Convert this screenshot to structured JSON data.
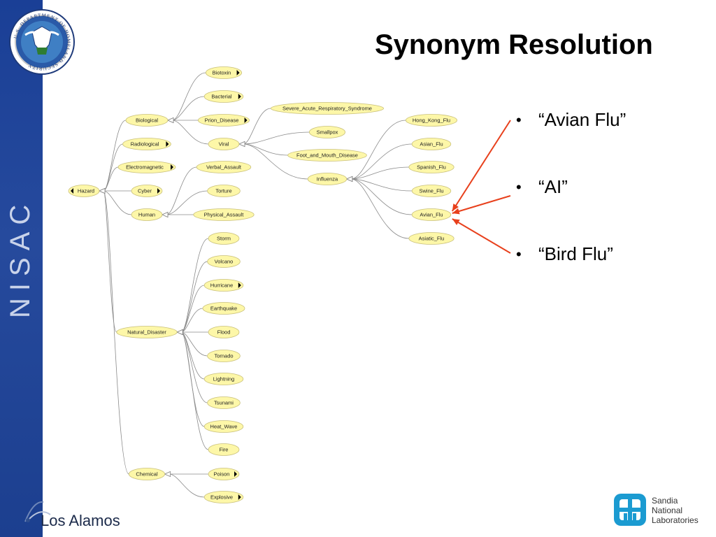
{
  "slide": {
    "title": "Synonym Resolution",
    "bullets": [
      "“Avian Flu”",
      "“AI”",
      "“Bird Flu”"
    ],
    "accent_color": "#e8401c",
    "sidebar_color": "#1f4496"
  },
  "branding": {
    "sidebar_text": "NISAC",
    "seal_text": "U.S. DEPARTMENT OF HOMELAND SECURITY",
    "left_logo": "Los Alamos",
    "right_logo": [
      "Sandia",
      "National",
      "Laboratories"
    ]
  },
  "ontology": {
    "nodes": [
      {
        "id": "hazard",
        "label": "Hazard",
        "expand": "left"
      },
      {
        "id": "biological",
        "label": "Biological"
      },
      {
        "id": "radiological",
        "label": "Radiological",
        "expand": "right"
      },
      {
        "id": "electromagnetic",
        "label": "Electromagnetic",
        "expand": "right"
      },
      {
        "id": "cyber",
        "label": "Cyber",
        "expand": "right"
      },
      {
        "id": "human",
        "label": "Human"
      },
      {
        "id": "natural_disaster",
        "label": "Natural_Disaster"
      },
      {
        "id": "chemical",
        "label": "Chemical"
      },
      {
        "id": "biotoxin",
        "label": "Biotoxin",
        "expand": "right"
      },
      {
        "id": "bacterial",
        "label": "Bacterial",
        "expand": "right"
      },
      {
        "id": "prion_disease",
        "label": "Prion_Disease",
        "expand": "right"
      },
      {
        "id": "viral",
        "label": "Viral"
      },
      {
        "id": "verbal_assault",
        "label": "Verbal_Assault"
      },
      {
        "id": "torture",
        "label": "Torture"
      },
      {
        "id": "physical_assault",
        "label": "Physical_Assault"
      },
      {
        "id": "sars",
        "label": "Severe_Acute_Respiratory_Syndrome"
      },
      {
        "id": "smallpox",
        "label": "Smallpox"
      },
      {
        "id": "fmd",
        "label": "Foot_and_Mouth_Disease"
      },
      {
        "id": "influenza",
        "label": "Influenza"
      },
      {
        "id": "hong_kong_flu",
        "label": "Hong_Kong_Flu"
      },
      {
        "id": "asian_flu",
        "label": "Asian_Flu"
      },
      {
        "id": "spanish_flu",
        "label": "Spanish_Flu"
      },
      {
        "id": "swine_flu",
        "label": "Swine_Flu"
      },
      {
        "id": "avian_flu",
        "label": "Avian_Flu"
      },
      {
        "id": "asiatic_flu",
        "label": "Asiatic_Flu"
      },
      {
        "id": "storm",
        "label": "Storm"
      },
      {
        "id": "volcano",
        "label": "Volcano"
      },
      {
        "id": "hurricane",
        "label": "Hurricane",
        "expand": "right"
      },
      {
        "id": "earthquake",
        "label": "Earthquake"
      },
      {
        "id": "flood",
        "label": "Flood"
      },
      {
        "id": "tornado",
        "label": "Tornado"
      },
      {
        "id": "lightning",
        "label": "Lightning"
      },
      {
        "id": "tsunami",
        "label": "Tsunami"
      },
      {
        "id": "heat_wave",
        "label": "Heat_Wave"
      },
      {
        "id": "fire",
        "label": "Fire"
      },
      {
        "id": "poison",
        "label": "Poison",
        "expand": "right"
      },
      {
        "id": "explosive",
        "label": "Explosive",
        "expand": "right"
      }
    ],
    "edges": [
      [
        "biological",
        "hazard"
      ],
      [
        "radiological",
        "hazard"
      ],
      [
        "electromagnetic",
        "hazard"
      ],
      [
        "cyber",
        "hazard"
      ],
      [
        "human",
        "hazard"
      ],
      [
        "natural_disaster",
        "hazard"
      ],
      [
        "chemical",
        "hazard"
      ],
      [
        "biotoxin",
        "biological"
      ],
      [
        "bacterial",
        "biological"
      ],
      [
        "prion_disease",
        "biological"
      ],
      [
        "viral",
        "biological"
      ],
      [
        "verbal_assault",
        "human"
      ],
      [
        "torture",
        "human"
      ],
      [
        "physical_assault",
        "human"
      ],
      [
        "sars",
        "viral"
      ],
      [
        "smallpox",
        "viral"
      ],
      [
        "fmd",
        "viral"
      ],
      [
        "influenza",
        "viral"
      ],
      [
        "hong_kong_flu",
        "influenza"
      ],
      [
        "asian_flu",
        "influenza"
      ],
      [
        "spanish_flu",
        "influenza"
      ],
      [
        "swine_flu",
        "influenza"
      ],
      [
        "avian_flu",
        "influenza"
      ],
      [
        "asiatic_flu",
        "influenza"
      ],
      [
        "storm",
        "natural_disaster"
      ],
      [
        "volcano",
        "natural_disaster"
      ],
      [
        "hurricane",
        "natural_disaster"
      ],
      [
        "earthquake",
        "natural_disaster"
      ],
      [
        "flood",
        "natural_disaster"
      ],
      [
        "tornado",
        "natural_disaster"
      ],
      [
        "lightning",
        "natural_disaster"
      ],
      [
        "tsunami",
        "natural_disaster"
      ],
      [
        "heat_wave",
        "natural_disaster"
      ],
      [
        "fire",
        "natural_disaster"
      ],
      [
        "poison",
        "chemical"
      ],
      [
        "explosive",
        "chemical"
      ]
    ],
    "synonym_pointers": [
      {
        "from_bullet": 0,
        "to": "avian_flu"
      },
      {
        "from_bullet": 1,
        "to": "avian_flu"
      },
      {
        "from_bullet": 2,
        "to": "avian_flu"
      }
    ]
  }
}
